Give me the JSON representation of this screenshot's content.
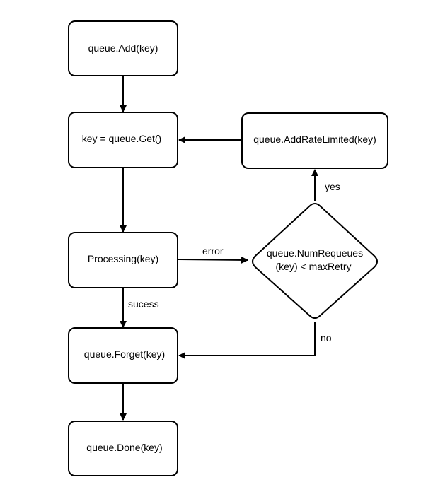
{
  "nodes": {
    "add": {
      "label": "queue.Add(key)"
    },
    "get": {
      "label": "key = queue.Get()"
    },
    "rate_limited": {
      "label": "queue.AddRateLimited(key)"
    },
    "processing": {
      "label": "Processing(key)"
    },
    "decision": {
      "line1": "queue.NumRequeues",
      "line2": "(key) < maxRetry"
    },
    "forget": {
      "label": "queue.Forget(key)"
    },
    "done": {
      "label": "queue.Done(key)"
    }
  },
  "edges": {
    "error": "error",
    "yes": "yes",
    "no": "no",
    "success": "sucess"
  },
  "colors": {
    "stroke": "#000000",
    "fill": "#ffffff",
    "text": "#000000"
  }
}
